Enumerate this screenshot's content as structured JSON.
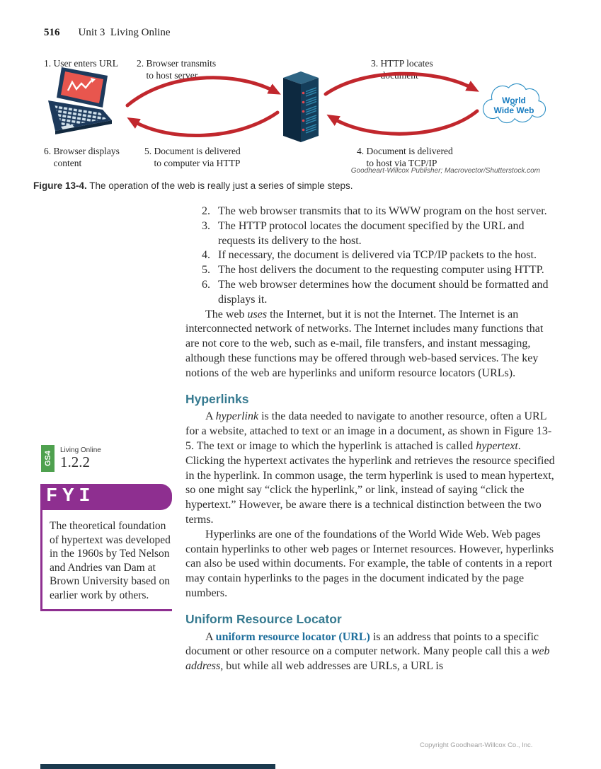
{
  "page": {
    "page_number": "516",
    "header_title": "Unit 3  Living Online",
    "copyright": "Copyright Goodheart-Willcox Co., Inc."
  },
  "figure": {
    "labels": {
      "step1": "1. User enters URL",
      "step2": "2. Browser transmits\n    to host server",
      "step3": "3. HTTP locates\n    document",
      "step4": "4. Document is delivered\n    to host via TCP/IP",
      "step5": "5. Document is delivered\n    to computer via HTTP",
      "step6": "6. Browser displays\n    content"
    },
    "cloud": {
      "line1": "World",
      "line2": "Wide Web"
    },
    "credit": "Goodheart-Willcox Publisher; Macrovector/Shutterstock.com",
    "caption_label": "Figure 13-4.",
    "caption_text": " The operation of the web is really just a series of simple steps.",
    "colors": {
      "arrow_red": "#c1272d",
      "cloud_border": "#2e90c5",
      "cloud_text": "#1a7dc0",
      "laptop_navy": "#1d3a5c",
      "laptop_screen_red": "#e8564e"
    }
  },
  "sidebar": {
    "standard_badge": {
      "code": "GS4",
      "label": "Living Online",
      "number": "1.2.2"
    },
    "fyi": {
      "title": "FYI",
      "text": "The theoretical foundation of hypertext was developed in the 1960s by Ted Nelson and Andries van Dam at Brown University based on earlier work by others.",
      "accent_color": "#8e2f90"
    }
  },
  "main": {
    "list": [
      {
        "num": "2.",
        "text": "The web browser transmits that to its WWW program on the host server."
      },
      {
        "num": "3.",
        "text": "The HTTP protocol locates the document specified by the URL and requests its delivery to the host."
      },
      {
        "num": "4.",
        "text": "If necessary, the document is delivered via TCP/IP packets to the host."
      },
      {
        "num": "5.",
        "text": "The host delivers the document to the requesting computer using HTTP."
      },
      {
        "num": "6.",
        "text": "The web browser determines how the document should be formatted and displays it."
      }
    ],
    "para_web_uses": [
      {
        "t": "The web "
      },
      {
        "t": "uses",
        "s": "i"
      },
      {
        "t": " the Internet, but it is not the Internet. The Internet is an interconnected network of networks. The Internet includes many functions that are not core to the web, such as e-mail, file transfers, and instant messaging, although these functions may be offered through web-based services. The key notions of the web are hyperlinks and uniform resource locators (URLs)."
      }
    ],
    "hyperlinks": {
      "heading": "Hyperlinks",
      "heading_color": "#367a90",
      "p1": [
        {
          "t": "A "
        },
        {
          "t": "hyperlink",
          "s": "i"
        },
        {
          "t": " is the data needed to navigate to another resource, often a URL for a website, attached to text or an image in a document, as shown in Figure 13-5. The text or image to which the hyperlink is attached is called "
        },
        {
          "t": "hypertext",
          "s": "i"
        },
        {
          "t": ". Clicking the hypertext activates the hyperlink and retrieves the resource specified in the hyperlink. In common usage, the term hyperlink is used to mean hypertext, so one might say “click the hyperlink,” or link, instead of saying “click the hypertext.” However, be aware there is a technical distinction between the two terms."
        }
      ],
      "p2": [
        {
          "t": "Hyperlinks are one of the foundations of the World Wide Web. Web pages contain hyperlinks to other web pages or Internet resources. However, hyperlinks can also be used within documents. For example, the table of contents in a report may contain hyperlinks to the pages in the document indicated by the page numbers."
        }
      ]
    },
    "url_section": {
      "heading": "Uniform Resource Locator",
      "p1": [
        {
          "t": "A "
        },
        {
          "t": "uniform resource locator (URL)",
          "s": "term"
        },
        {
          "t": " is an address that points to a specific document or other resource on a computer network. Many people call this a "
        },
        {
          "t": "web address",
          "s": "i"
        },
        {
          "t": ", but while all web addresses are URLs, a URL is"
        }
      ]
    }
  }
}
